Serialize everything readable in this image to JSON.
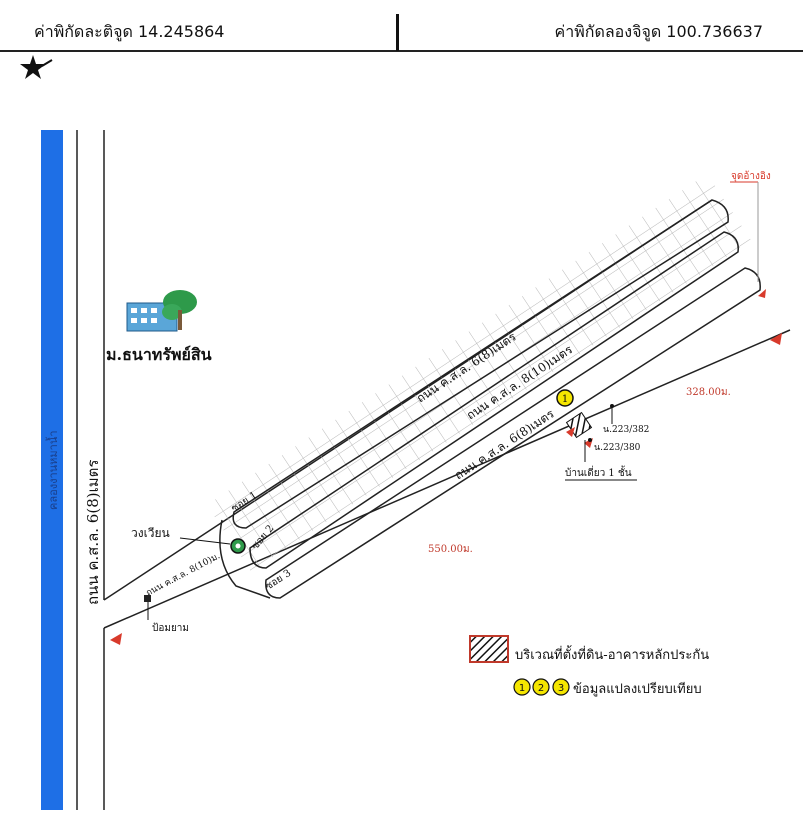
{
  "header": {
    "latitude_label": "ค่าพิกัดละติจูด 14.245864",
    "longitude_label": "ค่าพิกัดลองจิจูด 100.736637"
  },
  "map": {
    "canal_label": "คลองงานหมาน้ำ",
    "main_road_label": "ถนน ค.ส.ล. 6(8)เมตร",
    "village_label": "ม.ธนาทรัพย์สิน",
    "road_label_1": "ถนน ค.ส.ล. 6(8)เมตร",
    "road_label_2": "ถนน ค.ส.ล. 8(10)เมตร",
    "road_label_3": "ถนน ค.ส.ล. 6(8)เมตร",
    "entry_road_label": "ถนน ค.ส.ล. 8(10)ม.",
    "soi_1": "ซอย 1",
    "soi_2": "ซอย 2",
    "soi_3": "ซอย 3",
    "roundabout_label": "วงเวียน",
    "guard_label": "ป้อมยาม",
    "reference_label": "จุดอ้างอิง",
    "distance_328": "328.00ม.",
    "distance_550": "550.00ม.",
    "parcel_1": "น.223/382",
    "parcel_2": "น.223/380",
    "house_label": "บ้านเดี่ยว 1 ชั้น",
    "comparison_marker": "1"
  },
  "legend": {
    "collateral_label": "บริเวณที่ตั้งที่ดิน-อาคารหลักประกัน",
    "comparison_label": "ข้อมูลแปลงเปรียบเทียบ",
    "markers": [
      "1",
      "2",
      "3"
    ]
  },
  "colors": {
    "canal": "#1e6fe6",
    "road_outline": "#222222",
    "grid": "#b0b0b0",
    "marker_fill": "#f5e600",
    "distance_red": "#c0392b",
    "reference_red": "#d83a2b",
    "tree_green": "#2e9a4a",
    "building_blue": "#5aa6d8"
  }
}
